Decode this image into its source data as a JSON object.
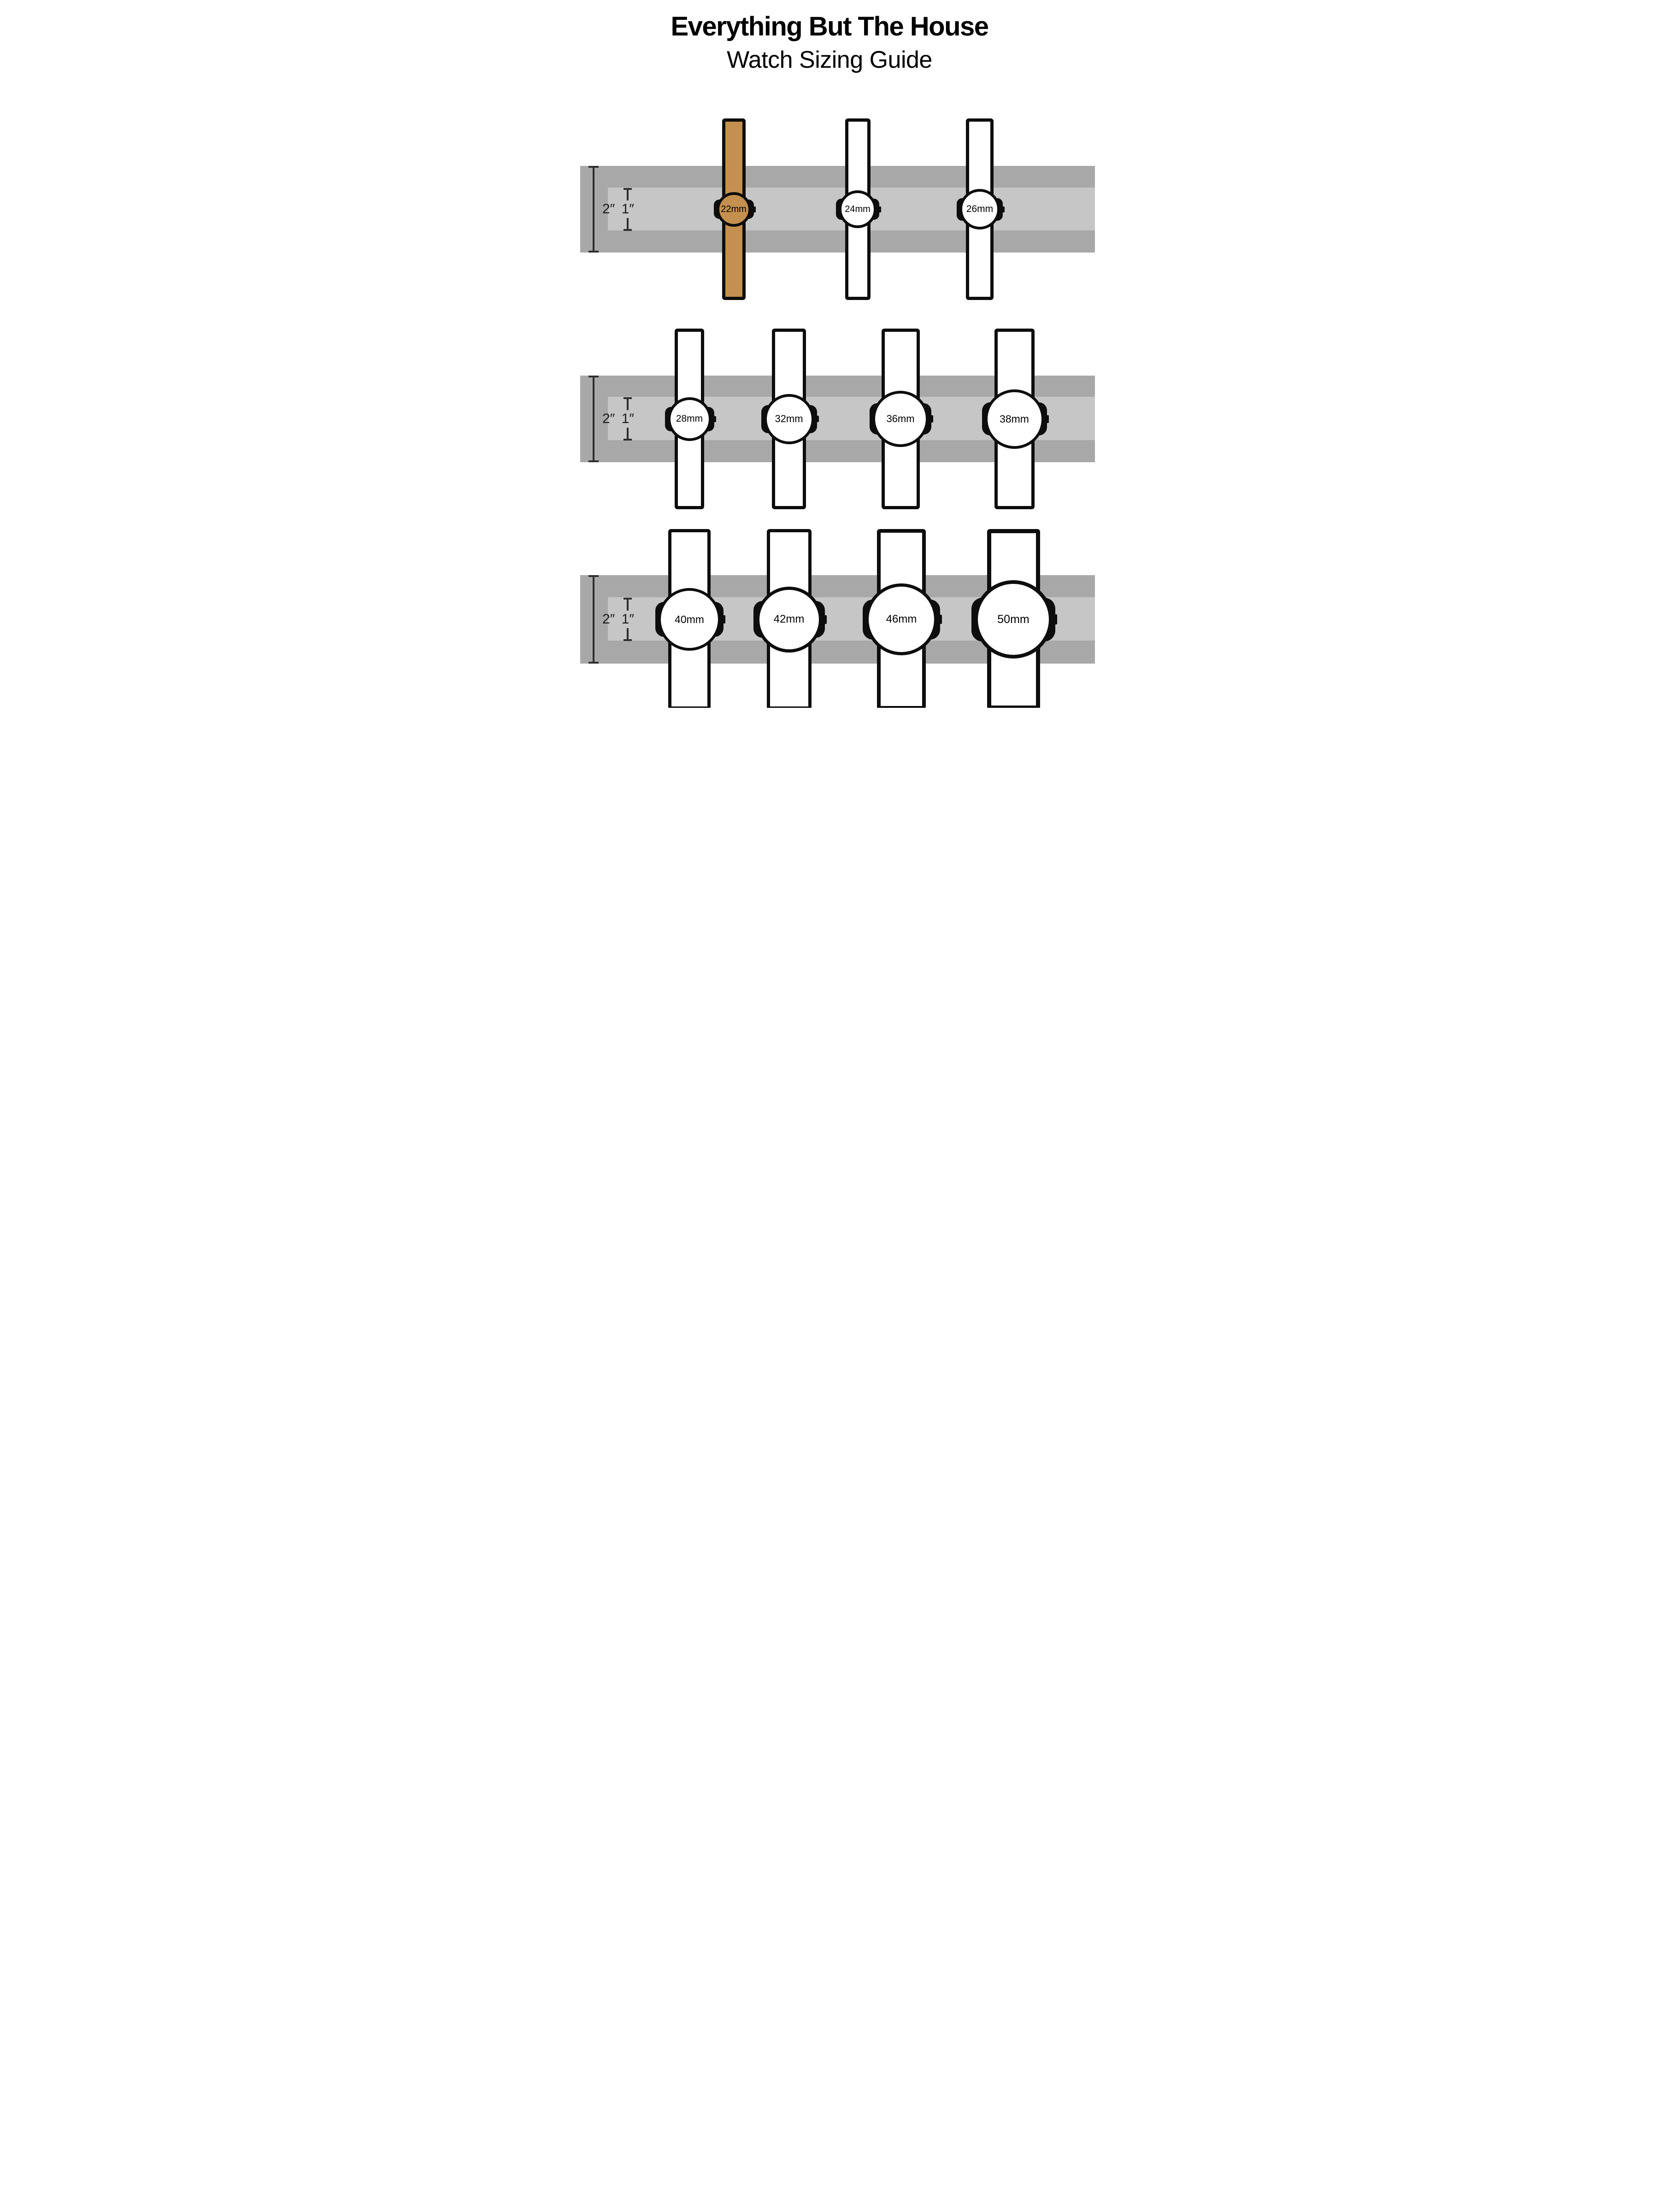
{
  "title": {
    "line1": "Everything But The House",
    "line2": "Watch Sizing Guide"
  },
  "gauge": {
    "outer_label": "2″",
    "inner_label": "1″"
  },
  "colors": {
    "highlight": "#C4904F",
    "band_outer": "#A8A8A8",
    "band_inner": "#C6C6C6",
    "outline": "#0d0d0d",
    "face_fill": "#FFFFFF"
  },
  "rows": [
    {
      "watches": [
        {
          "label": "22mm",
          "mm": 22,
          "highlight": true
        },
        {
          "label": "24mm",
          "mm": 24,
          "highlight": false
        },
        {
          "label": "26mm",
          "mm": 26,
          "highlight": false
        }
      ]
    },
    {
      "watches": [
        {
          "label": "28mm",
          "mm": 28,
          "highlight": false
        },
        {
          "label": "32mm",
          "mm": 32,
          "highlight": false
        },
        {
          "label": "36mm",
          "mm": 36,
          "highlight": false
        },
        {
          "label": "38mm",
          "mm": 38,
          "highlight": false
        }
      ]
    },
    {
      "watches": [
        {
          "label": "40mm",
          "mm": 40,
          "highlight": false
        },
        {
          "label": "42mm",
          "mm": 42,
          "highlight": false
        },
        {
          "label": "46mm",
          "mm": 46,
          "highlight": false
        },
        {
          "label": "50mm",
          "mm": 50,
          "highlight": false
        }
      ]
    }
  ]
}
